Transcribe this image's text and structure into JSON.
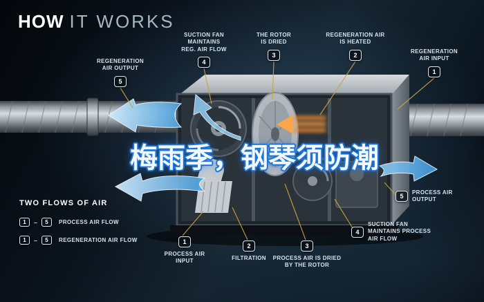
{
  "title": {
    "bold": "HOW",
    "light": "IT WORKS"
  },
  "watermark": "梅雨季，钢琴须防潮",
  "legend": {
    "title": "TWO FLOWS OF AIR",
    "dash": "–",
    "rows": [
      {
        "from": "1",
        "to": "5",
        "label": "PROCESS AIR FLOW"
      },
      {
        "from": "1",
        "to": "5",
        "label": "REGENERATION AIR FLOW"
      }
    ]
  },
  "callouts": [
    {
      "num": "5",
      "label": "REGENERATION\nAIR OUTPUT"
    },
    {
      "num": "4",
      "label": "SUCTION FAN\nMAINTAINS\nREG. AIR FLOW"
    },
    {
      "num": "3",
      "label": "THE ROTOR\nIS DRIED"
    },
    {
      "num": "2",
      "label": "REGENERATION AIR\nIS HEATED"
    },
    {
      "num": "1",
      "label": "REGENERATION\nAIR INPUT"
    },
    {
      "num": "5",
      "label": "PROCESS AIR\nOUTPUT"
    },
    {
      "num": "1",
      "label": "PROCESS AIR\nINPUT"
    },
    {
      "num": "2",
      "label": "FILTRATION"
    },
    {
      "num": "3",
      "label": "PROCESS AIR IS DRIED\nBY THE ROTOR"
    },
    {
      "num": "4",
      "label": "SUCTION FAN\nMAINTAINS PROCESS\nAIR FLOW"
    }
  ],
  "colors": {
    "accent_blue": "#4a9dd8",
    "connector_gold": "#c9a43e",
    "heater_orange": "#f08a2e",
    "label_text": "#d5e3ec"
  }
}
